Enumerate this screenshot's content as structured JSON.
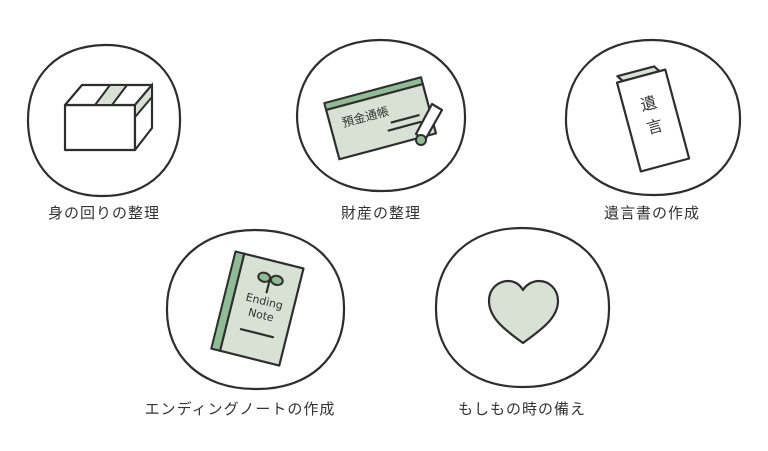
{
  "items": [
    {
      "label": "身の回りの整理",
      "icon": "cardboard-box-icon"
    },
    {
      "label": "財産の整理",
      "icon": "bankbook-icon",
      "inner_text": "預金通帳"
    },
    {
      "label": "遺言書の作成",
      "icon": "will-document-icon",
      "inner_text_1": "遺",
      "inner_text_2": "言"
    },
    {
      "label": "エンディングノートの作成",
      "icon": "ending-note-icon",
      "inner_text_1": "Ending",
      "inner_text_2": "Note"
    },
    {
      "label": "もしもの時の備え",
      "icon": "heart-icon"
    }
  ],
  "colors": {
    "light_green": "#d7e2d4",
    "green": "#8fbb95",
    "stroke": "#2e2e2e"
  }
}
